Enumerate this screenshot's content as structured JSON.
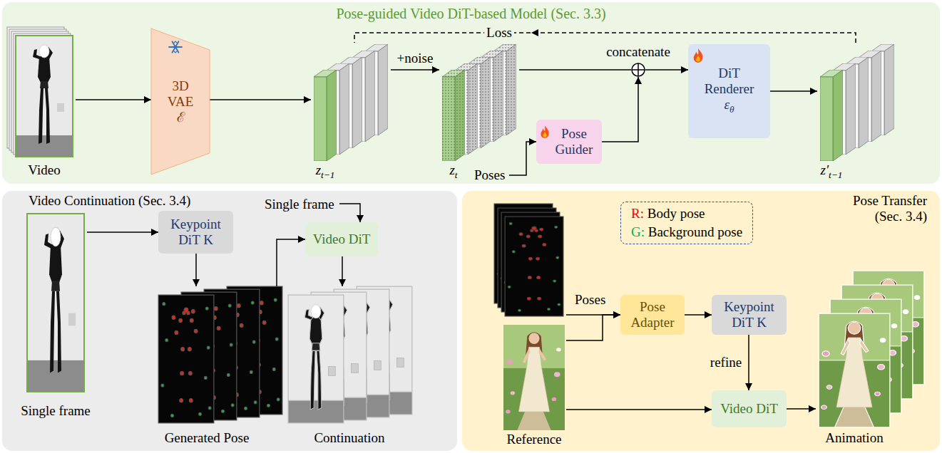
{
  "diagram": {
    "nodes": [
      {
        "text": [
          "Pose-guided Video DiT-based Model (Sec. 3.3)"
        ]
      },
      {
        "text": [
          "Video"
        ],
        "in": 0
      },
      {
        "text": [
          "3D VAE",
          "ℰ"
        ],
        "in": 0
      },
      {
        "text": [
          "zt−1"
        ],
        "in": 0
      },
      {
        "text": [
          "zt"
        ],
        "in": 0
      },
      {
        "text": [
          "Pose Guider"
        ],
        "in": 0
      },
      {
        "text": [
          "concatenate"
        ],
        "in": 0
      },
      {
        "text": [
          "DiT Renderer",
          "εθ"
        ],
        "in": 0
      },
      {
        "text": [
          "z′t−1"
        ],
        "in": 0
      },
      {
        "text": [
          "Video Continuation (Sec. 3.4)"
        ]
      },
      {
        "text": [
          "Single frame"
        ],
        "in": 9
      },
      {
        "text": [
          "Keypoint DiT K"
        ],
        "in": 9
      },
      {
        "text": [
          "Video DiT"
        ],
        "in": 9
      },
      {
        "text": [
          "Generated Pose"
        ],
        "in": 9
      },
      {
        "text": [
          "Continuation"
        ],
        "in": 9
      },
      {
        "text": [
          "Pose Transfer (Sec. 3.4)"
        ]
      },
      {
        "text": [
          "Poses"
        ],
        "in": 15
      },
      {
        "text": [
          "Reference"
        ],
        "in": 15
      },
      {
        "text": [
          "Pose Adapter"
        ],
        "in": 15
      },
      {
        "text": [
          "Keypoint DiT K"
        ],
        "in": 15
      },
      {
        "text": [
          "Video DiT"
        ],
        "in": 15
      },
      {
        "text": [
          "Animation"
        ],
        "in": 15
      }
    ],
    "edges": [
      {
        "from": 1,
        "to": 2,
        "arrow": "to"
      },
      {
        "from": 2,
        "to": 3,
        "arrow": "to"
      },
      {
        "from": 3,
        "to": 4,
        "label": "+noise",
        "arrow": "to"
      },
      {
        "from": 4,
        "to": 6,
        "arrow": "none"
      },
      {
        "from": 5,
        "to": 6,
        "arrow": "to"
      },
      {
        "from": 6,
        "to": 7,
        "arrow": "to"
      },
      {
        "from": 7,
        "to": 8,
        "arrow": "to"
      },
      {
        "from": 8,
        "to": 3,
        "label": "Loss",
        "arrow": "to"
      },
      {
        "from": 10,
        "to": 11,
        "arrow": "to"
      },
      {
        "from": 11,
        "to": 13,
        "arrow": "to"
      },
      {
        "from": 13,
        "to": 12,
        "arrow": "to"
      },
      {
        "from": 12,
        "to": 14,
        "arrow": "to"
      },
      {
        "from": 16,
        "to": 18,
        "arrow": "to"
      },
      {
        "from": 17,
        "to": 18,
        "arrow": "to"
      },
      {
        "from": 18,
        "to": 19,
        "arrow": "to"
      },
      {
        "from": 19,
        "to": 20,
        "label": "refine",
        "arrow": "to"
      },
      {
        "from": 17,
        "to": 20,
        "arrow": "to"
      },
      {
        "from": 20,
        "to": 21,
        "arrow": "to"
      }
    ],
    "labels": [
      "Poses",
      "Single frame"
    ],
    "legend": [
      {
        "text": "R: Body pose",
        "color": "#ff0000"
      },
      {
        "text": "G: Background pose",
        "color": "#00b050"
      }
    ]
  }
}
